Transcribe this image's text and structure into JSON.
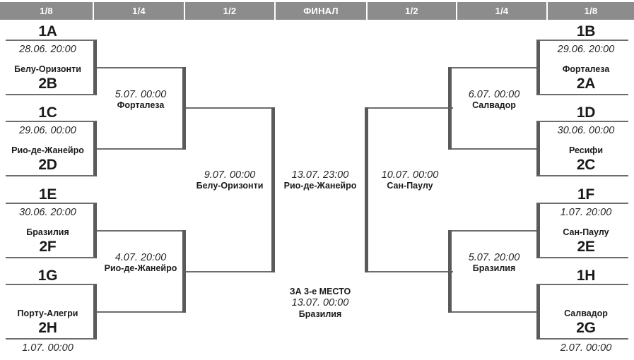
{
  "header": {
    "columns": [
      {
        "label": "1/8",
        "width": 133
      },
      {
        "label": "1/4",
        "width": 129
      },
      {
        "label": "1/2",
        "width": 128
      },
      {
        "label": "ФИНАЛ",
        "width": 130
      },
      {
        "label": "1/2",
        "width": 127
      },
      {
        "label": "1/4",
        "width": 128
      },
      {
        "label": "1/8",
        "width": 122
      }
    ]
  },
  "colors": {
    "header_bg": "#8c8c8c",
    "header_text": "#ffffff",
    "line": "#6d6d6d",
    "bar": "#5a5a5a",
    "text": "#1a1a1a",
    "page_bg": "#ffffff"
  },
  "round_of_16": {
    "left": [
      {
        "id": "L1",
        "seed_top": "1A",
        "seed_bottom": "2B",
        "date": "28.06. 20:00",
        "city": "Белу-Оризонти",
        "date_position": "inside-top"
      },
      {
        "id": "L2",
        "seed_top": "1C",
        "seed_bottom": "2D",
        "date": "29.06. 00:00",
        "city": "Рио-де-Жанейро",
        "date_position": "inside-top"
      },
      {
        "id": "L3",
        "seed_top": "1E",
        "seed_bottom": "2F",
        "date": "30.06. 20:00",
        "city": "Бразилия",
        "date_position": "inside-top"
      },
      {
        "id": "L4",
        "seed_top": "1G",
        "seed_bottom": "2H",
        "date": "1.07. 00:00",
        "city": "Порту-Алегри",
        "date_position": "below"
      }
    ],
    "right": [
      {
        "id": "R1",
        "seed_top": "1B",
        "seed_bottom": "2A",
        "date": "29.06. 20:00",
        "city": "Форталеза",
        "date_position": "inside-top"
      },
      {
        "id": "R2",
        "seed_top": "1D",
        "seed_bottom": "2C",
        "date": "30.06. 00:00",
        "city": "Ресифи",
        "date_position": "inside-top"
      },
      {
        "id": "R3",
        "seed_top": "1F",
        "seed_bottom": "2E",
        "date": "1.07. 20:00",
        "city": "Сан-Паулу",
        "date_position": "inside-top"
      },
      {
        "id": "R4",
        "seed_top": "1H",
        "seed_bottom": "2G",
        "date": "2.07. 00:00",
        "city": "Салвадор",
        "date_position": "below"
      }
    ]
  },
  "quarter_finals": {
    "left": [
      {
        "id": "QL1",
        "date": "5.07. 00:00",
        "city": "Форталеза"
      },
      {
        "id": "QL2",
        "date": "4.07. 20:00",
        "city": "Рио-де-Жанейро"
      }
    ],
    "right": [
      {
        "id": "QR1",
        "date": "6.07. 00:00",
        "city": "Салвадор"
      },
      {
        "id": "QR2",
        "date": "5.07. 20:00",
        "city": "Бразилия"
      }
    ]
  },
  "semi_finals": {
    "left": {
      "id": "SL",
      "date": "9.07. 00:00",
      "city": "Белу-Оризонти"
    },
    "right": {
      "id": "SR",
      "date": "10.07. 00:00",
      "city": "Сан-Паулу"
    }
  },
  "final": {
    "id": "F",
    "date": "13.07. 23:00",
    "city": "Рио-де-Жанейро"
  },
  "third_place": {
    "title": "ЗА 3-е МЕСТО",
    "date": "13.07. 00:00",
    "city": "Бразилия"
  }
}
